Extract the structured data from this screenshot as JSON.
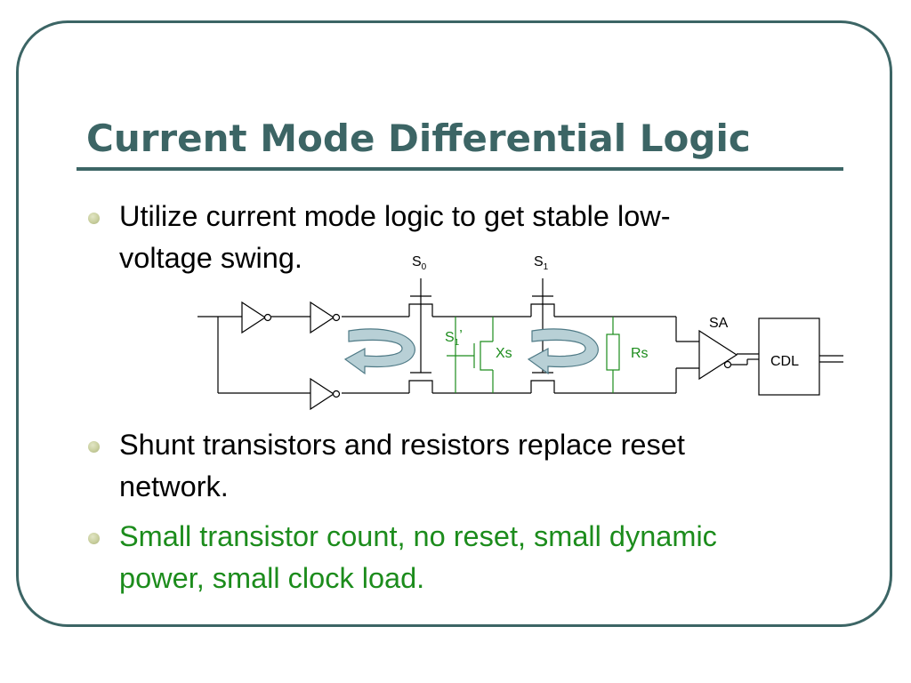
{
  "slide": {
    "title": "Current Mode Differential Logic",
    "bullets": [
      {
        "line1": "Utilize current mode logic to get stable low-",
        "line2": "voltage swing."
      },
      {
        "line1": "Shunt transistors and resistors replace reset",
        "line2": "network."
      },
      {
        "line1": "Small transistor count, no reset, small dynamic",
        "line2": "power, small clock load."
      }
    ]
  },
  "diagram": {
    "s0_label": "S",
    "s0_sub": "0",
    "s1_label": "S",
    "s1_sub": "1",
    "s1p_label": "S",
    "s1p_sub": "1",
    "s1p_prime": "’",
    "xs_label": "Xs",
    "rs_label": "Rs",
    "sa_label": "SA",
    "cdl_label": "CDL"
  },
  "colors": {
    "accent": "#3c6565",
    "green": "#1c8c1c",
    "arrow_fill": "#b8d0d6"
  }
}
